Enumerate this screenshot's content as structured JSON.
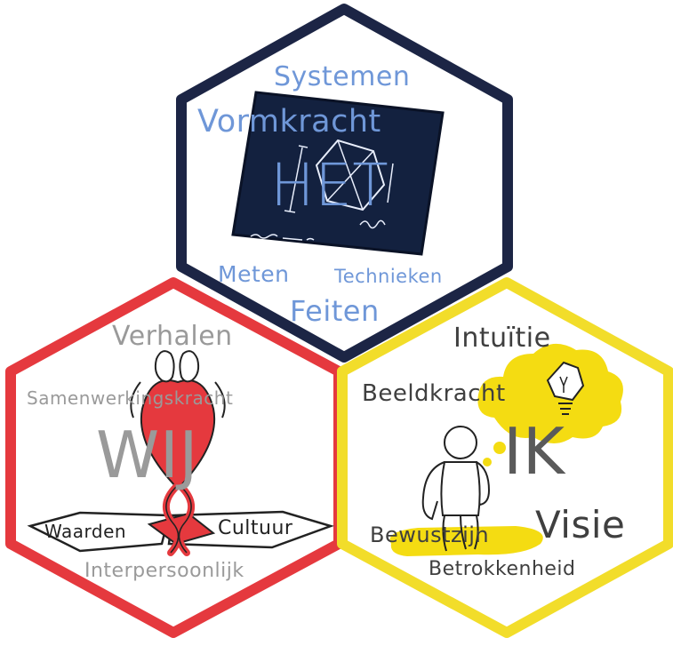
{
  "colors": {
    "het_border": "#1c2545",
    "het_accent": "#6f97d8",
    "blueprint": "#13213f",
    "wij_border": "#e5393e",
    "wij_text": "#9a9a9a",
    "ik_border": "#f2dd2a",
    "ik_text": "#3f3f3f",
    "cloud": "#f4dc12"
  },
  "het": {
    "title": "HET",
    "words": {
      "systemen": "Systemen",
      "vormkracht": "Vormkracht",
      "meten": "Meten",
      "technieken": "Technieken",
      "feiten": "Feiten"
    }
  },
  "wij": {
    "title": "WIJ",
    "words": {
      "verhalen": "Verhalen",
      "samenwerkingskracht": "Samenwerkingskracht",
      "waarden": "Waarden",
      "cultuur": "Cultuur",
      "interpersoonlijk": "Interpersoonlijk"
    }
  },
  "ik": {
    "title": "IK",
    "words": {
      "intuitie": "Intuïtie",
      "beeldkracht": "Beeldkracht",
      "bewustzijn": "Bewustzijn",
      "visie": "Visie",
      "betrokkenheid": "Betrokkenheid"
    }
  }
}
